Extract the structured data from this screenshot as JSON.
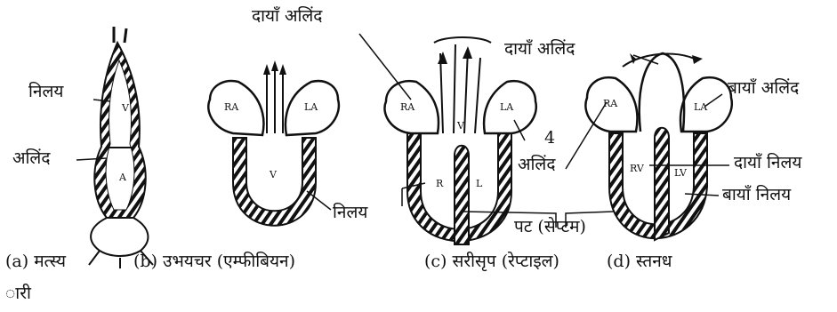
{
  "labels": {
    "fish_ventricle": "निलय",
    "fish_atrium": "अलिंद",
    "amphibian_ventricle": "निलय",
    "reptile_right_atrium": "दायाँ अलिंद",
    "mammal_right_atrium": "दायाँ अलिंद",
    "mammal_left_atrium": "बायाँ अलिंद",
    "number_4": "4",
    "mammal_atrium": "अलिंद",
    "mammal_right_ventricle": "दायाँ निलय",
    "mammal_left_ventricle": "बायाँ निलय",
    "septum": "पट (सेप्टम)"
  },
  "inner_labels": {
    "fish_v": "V",
    "fish_a": "A",
    "amph_ra": "RA",
    "amph_la": "LA",
    "amph_v": "V",
    "rep_ra": "RA",
    "rep_la": "LA",
    "rep_v": "V",
    "rep_r": "R",
    "rep_l": "L",
    "mam_ra": "RA",
    "mam_la": "LA",
    "mam_rv": "RV",
    "mam_lv": "LV"
  },
  "captions": {
    "a": "(a) मत्स्य",
    "b": "(b) उभयचर (एम्फीबियन)",
    "c": "(c) सरीसृप (रेप्टाइल)",
    "d": "(d) स्तनध",
    "overflow": "ारी"
  }
}
